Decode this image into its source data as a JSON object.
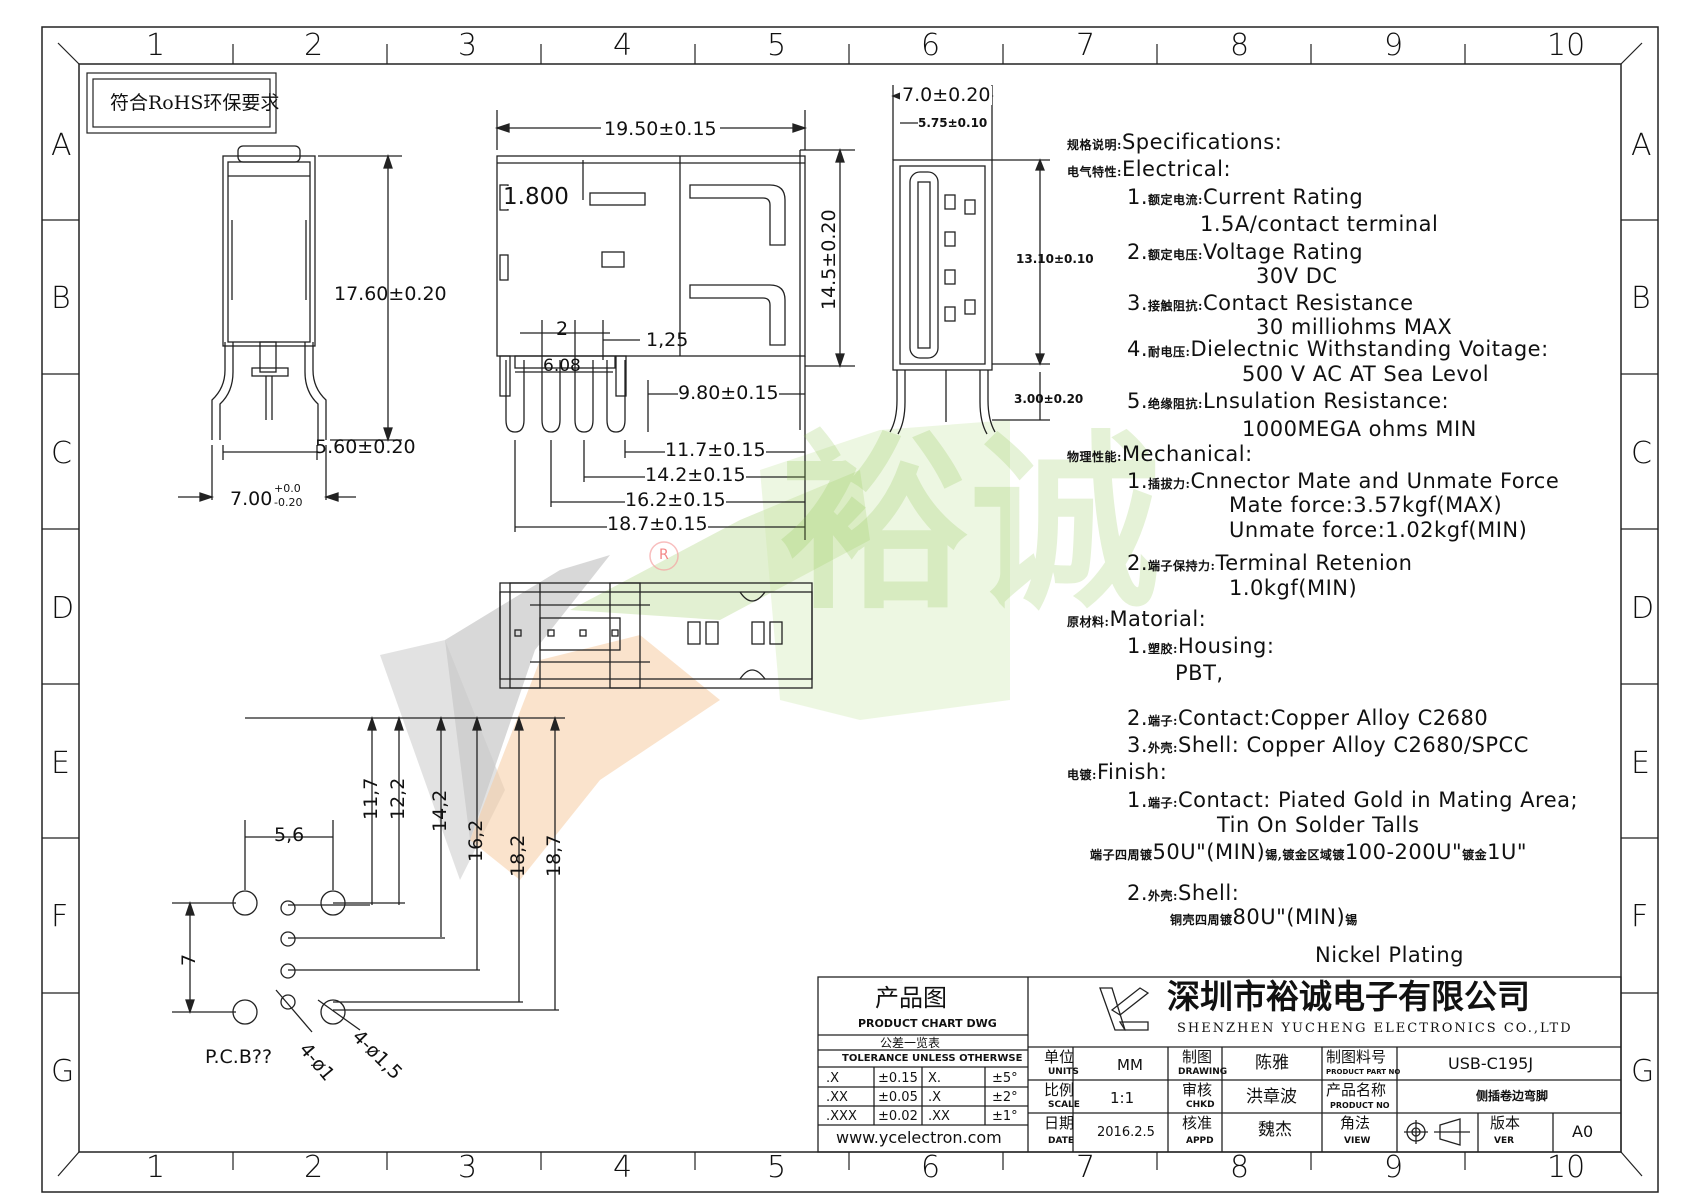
{
  "frame": {
    "columns": [
      "1",
      "2",
      "3",
      "4",
      "5",
      "6",
      "7",
      "8",
      "9",
      "10"
    ],
    "rows": [
      "A",
      "B",
      "C",
      "D",
      "E",
      "F",
      "G"
    ]
  },
  "rohs_note": "符合RoHS环保要求",
  "dimensions": {
    "side_view": {
      "height": "17.60±0.20",
      "pin_span": "5.60±0.20",
      "width_main": "7.00",
      "width_tol_plus": "+0.0",
      "width_tol_minus": "-0.20"
    },
    "top_view": {
      "length": "19.50±0.15",
      "offset": "1.800",
      "height": "14.5±0.20",
      "pitch": "2",
      "pin_offset": "1,25",
      "pin_group": "6.08",
      "tail": "9.80±0.15",
      "d1": "11.7±0.15",
      "d2": "14.2±0.15",
      "d3": "16.2±0.15",
      "d4": "18.7±0.15"
    },
    "front_view": {
      "width": "7.0±0.20",
      "inner": "5.75±0.10",
      "height": "13.10±0.10",
      "standoff": "3.00±0.20"
    },
    "pcb": {
      "h1": "11,7",
      "h2": "12,2",
      "h3": "14,2",
      "h4": "16,2",
      "h5": "18,2",
      "h6": "18,7",
      "w1": "5,6",
      "v1": "7",
      "label": "P.C.B??",
      "hole_small": "4-ø1",
      "hole_large": "4-ø1,5"
    }
  },
  "watermark": {
    "brand_cn": "裕诚",
    "registered": "R"
  },
  "specs": [
    {
      "cn": "规格说明:",
      "en": "Specifications:"
    },
    {
      "cn": "电气特性:",
      "en": "Electrical:"
    },
    {
      "num": "1.",
      "cn": "额定电流:",
      "en": "Current  Rating"
    },
    {
      "en": "1.5A/contact  terminal"
    },
    {
      "num": "2.",
      "cn": "额定电压:",
      "en": "Voltage  Rating"
    },
    {
      "en": "30V  DC"
    },
    {
      "num": "3.",
      "cn": "接触阻抗:",
      "en": "Contact  Resistance"
    },
    {
      "en": "30  milliohms  MAX"
    },
    {
      "num": "4.",
      "cn": "耐电压:",
      "en": "Dielectnic  Withstanding  Voitage:"
    },
    {
      "en": "500  V  AC  AT  Sea  Levol"
    },
    {
      "num": "5.",
      "cn": "绝缘阻抗:",
      "en": "Lnsulation  Resistance:"
    },
    {
      "en": "1000MEGA  ohms  MIN"
    },
    {
      "cn": "物理性能:",
      "en": "Mechanical:"
    },
    {
      "num": "1.",
      "cn": "插拔力:",
      "en": "Cnnector  Mate  and  Unmate  Force"
    },
    {
      "en": "Mate  force:3.57kgf(MAX)"
    },
    {
      "en": "Unmate  force:1.02kgf(MIN)"
    },
    {
      "num": "2.",
      "cn": "端子保持力:",
      "en": "Terminal  Retenion"
    },
    {
      "en": "1.0kgf(MIN)"
    },
    {
      "cn": "原材料:",
      "en": "Matorial:"
    },
    {
      "num": "1.",
      "cn": "塑胶:",
      "en": "Housing:"
    },
    {
      "en": "PBT,"
    },
    {
      "num": "2.",
      "cn": "端子:",
      "en": "Contact:Copper  Alloy  C2680"
    },
    {
      "num": "3.",
      "cn": "外壳:",
      "en": "Shell:  Copper  Alloy  C2680/SPCC"
    },
    {
      "cn": "电镀:",
      "en": "Finish:"
    },
    {
      "num": "1.",
      "cn": "端子:",
      "en": "Contact:  Piated  Gold  in  Mating  Area;"
    },
    {
      "en": "Tin  On  Solder  Talls"
    },
    {
      "cn_a": "端子四周镀",
      "en_a": "50U\"(MIN)",
      "cn_b": "锡,镀金区域镀",
      "en_b": "100-200U\"",
      "cn_c": "镀金",
      "en_c": "1U\""
    },
    {
      "num": "2.",
      "cn": "外壳:",
      "en": "Shell:"
    },
    {
      "cn": "铜壳四周镀",
      "en": "80U\"(MIN)",
      "cn2": "锡"
    },
    {
      "en": "Nickel  Plating"
    }
  ],
  "title_block": {
    "chart_cn": "产品图",
    "chart_en": "PRODUCT CHART DWG",
    "tol_cn": "公差一览表",
    "tol_en": "TOLERANCE UNLESS OTHERWSE",
    "tol_rows": [
      [
        ".X",
        "±0.15",
        "X.",
        "±5°"
      ],
      [
        ".XX",
        "±0.05",
        ".X",
        "±2°"
      ],
      [
        ".XXX",
        "±0.02",
        ".XX",
        "±1°"
      ]
    ],
    "website": "www.ycelectron.com",
    "company_cn": "深圳市裕诚电子有限公司",
    "company_en": "SHENZHEN YUCHENG ELECTRONICS CO.,LTD",
    "units_cn": "单位",
    "units_en": "UNITS",
    "units_val": "MM",
    "drawing_cn": "制图",
    "drawing_en": "DRAWING",
    "drawing_val": "陈雅",
    "part_cn": "制图料号",
    "part_en": "PRODUCT PART NO",
    "part_val": "USB-C195J",
    "scale_cn": "比例",
    "scale_en": "SCALE",
    "scale_val": "1:1",
    "chkd_cn": "审核",
    "chkd_en": "CHKD",
    "chkd_val": "洪章波",
    "name_cn": "产品名称",
    "name_en": "PRODUCT NO",
    "name_val": "侧插卷边弯脚",
    "date_cn": "日期",
    "date_en": "DATE",
    "date_val": "2016.2.5",
    "appd_cn": "核准",
    "appd_en": "APPD",
    "appd_val": "魏杰",
    "view_cn": "角法",
    "view_en": "VIEW",
    "ver_cn": "版本",
    "ver_en": "VER",
    "ver_val": "A0"
  }
}
